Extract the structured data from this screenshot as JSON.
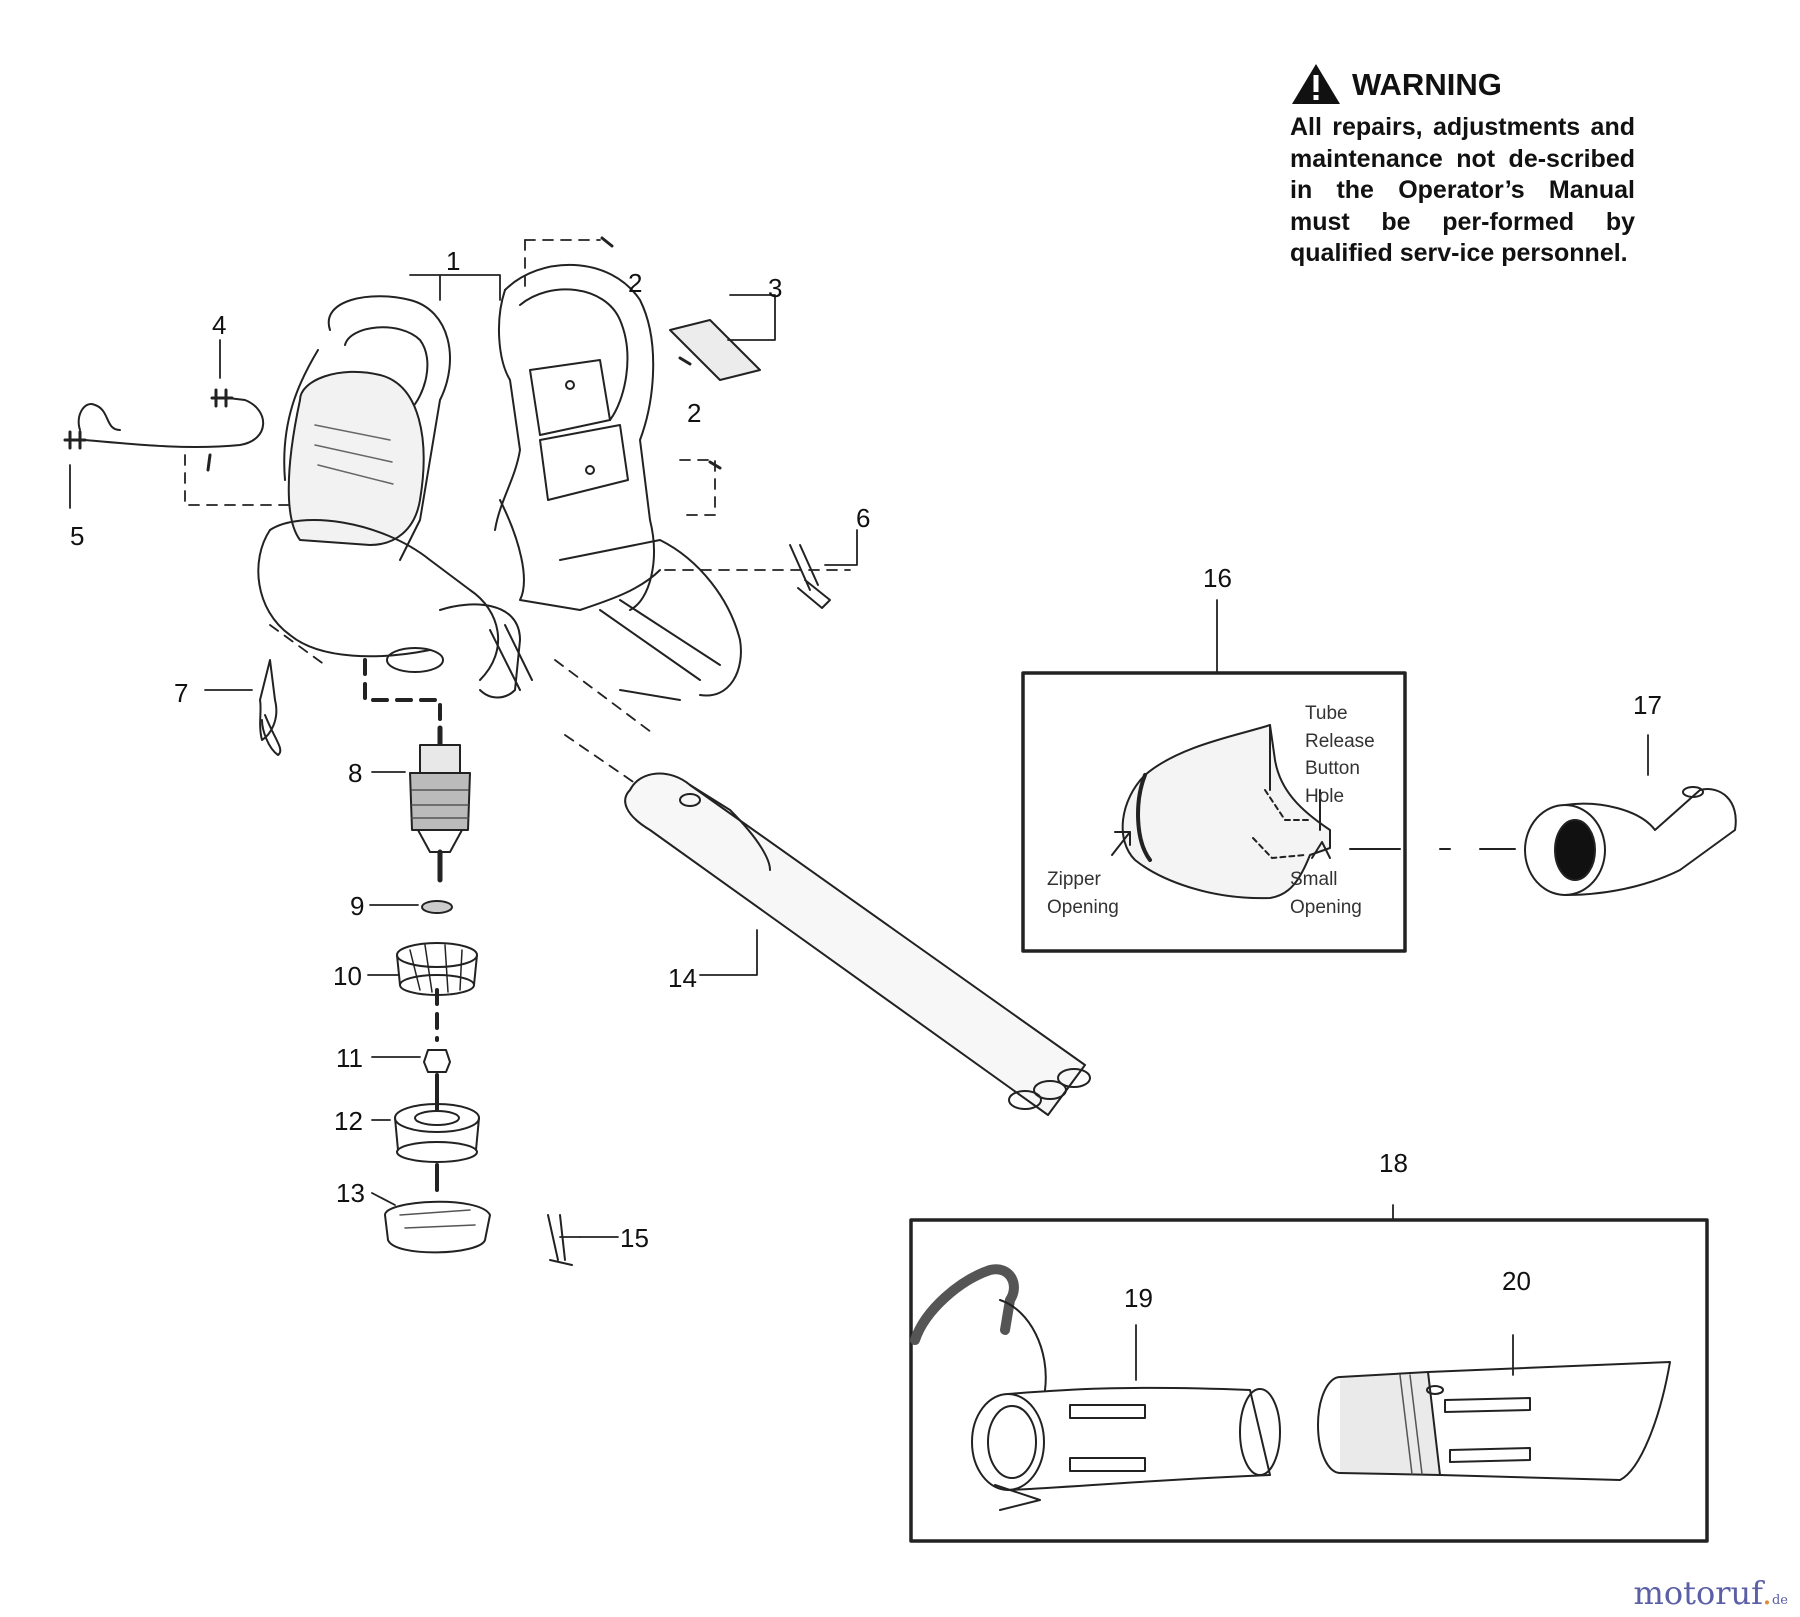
{
  "warning": {
    "title": "WARNING",
    "body": "All repairs, adjustments and maintenance not de-scribed in the Operator’s Manual must be per-formed by qualified serv-ice personnel."
  },
  "callouts": {
    "c1": "1",
    "c2a": "2",
    "c2b": "2",
    "c3": "3",
    "c4": "4",
    "c5": "5",
    "c6": "6",
    "c7": "7",
    "c8": "8",
    "c9": "9",
    "c10": "10",
    "c11": "11",
    "c12": "12",
    "c13": "13",
    "c14": "14",
    "c15": "15",
    "c16": "16",
    "c17": "17",
    "c18": "18",
    "c19": "19",
    "c20": "20"
  },
  "bag_labels": {
    "tube_release": [
      "Tube",
      "Release",
      "Button",
      "Hole"
    ],
    "zipper": [
      "Zipper",
      "Opening"
    ],
    "small_opening": [
      "Small",
      "Opening"
    ]
  },
  "logo": {
    "main": "motoruf",
    "tld": "de"
  }
}
